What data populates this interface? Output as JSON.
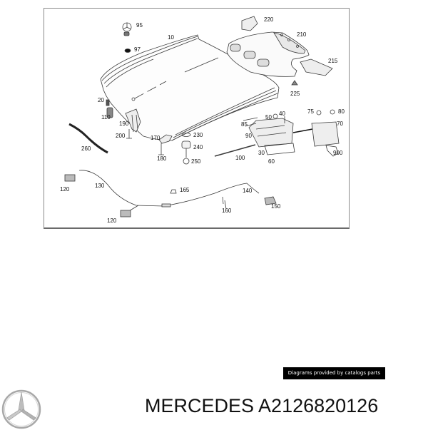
{
  "diagram": {
    "subject": "Engine hood assembly parts diagram",
    "callouts": [
      {
        "id": "95",
        "label": "95"
      },
      {
        "id": "10",
        "label": "10"
      },
      {
        "id": "97",
        "label": "97"
      },
      {
        "id": "220",
        "label": "220"
      },
      {
        "id": "210",
        "label": "210"
      },
      {
        "id": "215",
        "label": "215"
      },
      {
        "id": "225",
        "label": "225"
      },
      {
        "id": "20",
        "label": "20"
      },
      {
        "id": "110",
        "label": "110"
      },
      {
        "id": "190",
        "label": "190"
      },
      {
        "id": "200",
        "label": "200"
      },
      {
        "id": "260",
        "label": "260"
      },
      {
        "id": "170",
        "label": "170"
      },
      {
        "id": "180",
        "label": "180"
      },
      {
        "id": "230",
        "label": "230"
      },
      {
        "id": "240",
        "label": "240"
      },
      {
        "id": "250",
        "label": "250"
      },
      {
        "id": "85",
        "label": "85"
      },
      {
        "id": "90",
        "label": "90"
      },
      {
        "id": "50",
        "label": "50"
      },
      {
        "id": "40",
        "label": "40"
      },
      {
        "id": "75",
        "label": "75"
      },
      {
        "id": "80",
        "label": "80"
      },
      {
        "id": "70",
        "label": "70"
      },
      {
        "id": "100",
        "label": "100"
      },
      {
        "id": "30",
        "label": "30"
      },
      {
        "id": "60",
        "label": "60"
      },
      {
        "id": "900",
        "label": "900"
      },
      {
        "id": "120a",
        "label": "120"
      },
      {
        "id": "130",
        "label": "130"
      },
      {
        "id": "165",
        "label": "165"
      },
      {
        "id": "140",
        "label": "140"
      },
      {
        "id": "160",
        "label": "160"
      },
      {
        "id": "150",
        "label": "150"
      },
      {
        "id": "120b",
        "label": "120"
      }
    ]
  },
  "credit": {
    "text": "Diagrams provided by catalogs parts"
  },
  "brand": {
    "name": "MERCEDES",
    "part_number": "A2126820126",
    "logo_icon": "mercedes-star-icon"
  },
  "colors": {
    "line": "#3a3a3a",
    "frame": "#8a8a8a",
    "credit_bg": "#000000",
    "credit_text": "#ffffff",
    "logo": "#a8a8a8"
  }
}
